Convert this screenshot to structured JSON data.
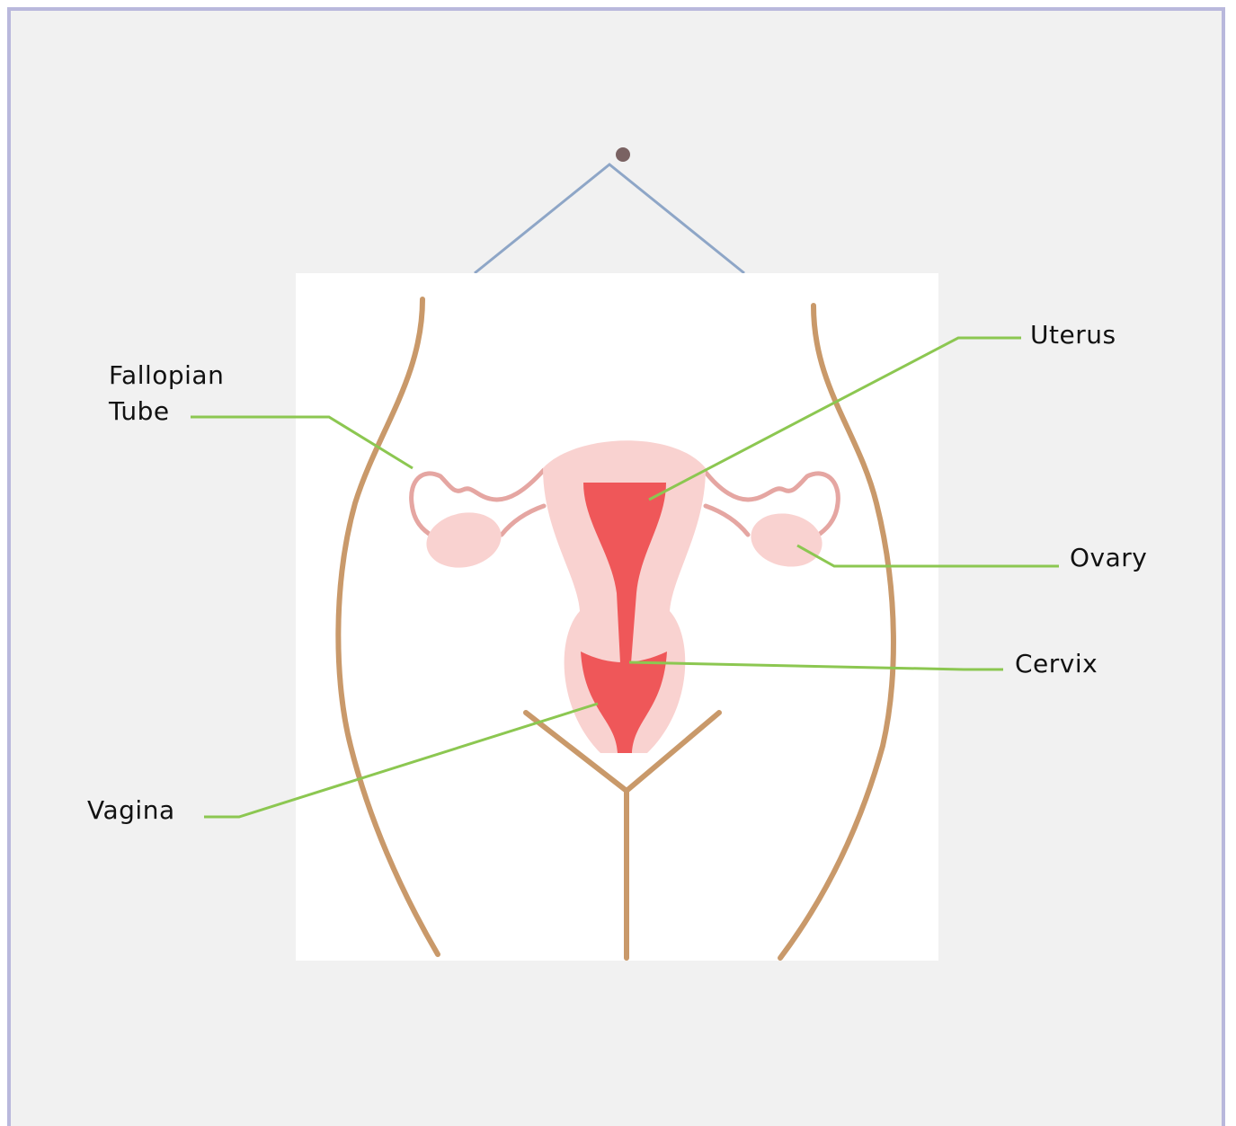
{
  "colors": {
    "frame_border": "#b9b8dc",
    "background": "#f1f1f1",
    "poster": "#ffffff",
    "hanging_string": "#8ea6c7",
    "nail": "#7a6262",
    "body_outline": "#c9996a",
    "organ_light": "#f9d2d0",
    "organ_dark": "#ef5759",
    "tube": "#e5a6a2",
    "leader_line": "#8cc751"
  },
  "labels": {
    "fallopian_line1": "Fallopian",
    "fallopian_line2": "Tube",
    "uterus": "Uterus",
    "ovary": "Ovary",
    "cervix": "Cervix",
    "vagina": "Vagina"
  }
}
